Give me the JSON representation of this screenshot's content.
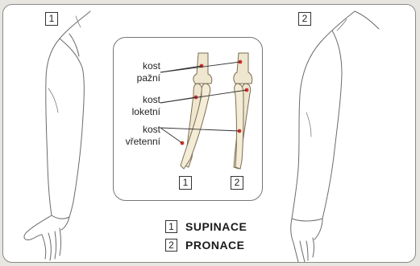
{
  "panels": {
    "left_number": "1",
    "right_number": "2"
  },
  "inset": {
    "labels": {
      "humerus_line1": "kost",
      "humerus_line2": "pažní",
      "ulna_line1": "kost",
      "ulna_line2": "loketní",
      "radius_line1": "kost",
      "radius_line2": "vřetenní"
    },
    "bone_numbers": [
      "1",
      "2"
    ]
  },
  "legend": [
    {
      "number": "1",
      "text": "SUPINACE"
    },
    {
      "number": "2",
      "text": "PRONACE"
    }
  ],
  "colors": {
    "bone": "#efe6cf",
    "bone_outline": "#7a6f55",
    "marker": "#d6302a",
    "arm_outline": "#6b6b6b"
  }
}
